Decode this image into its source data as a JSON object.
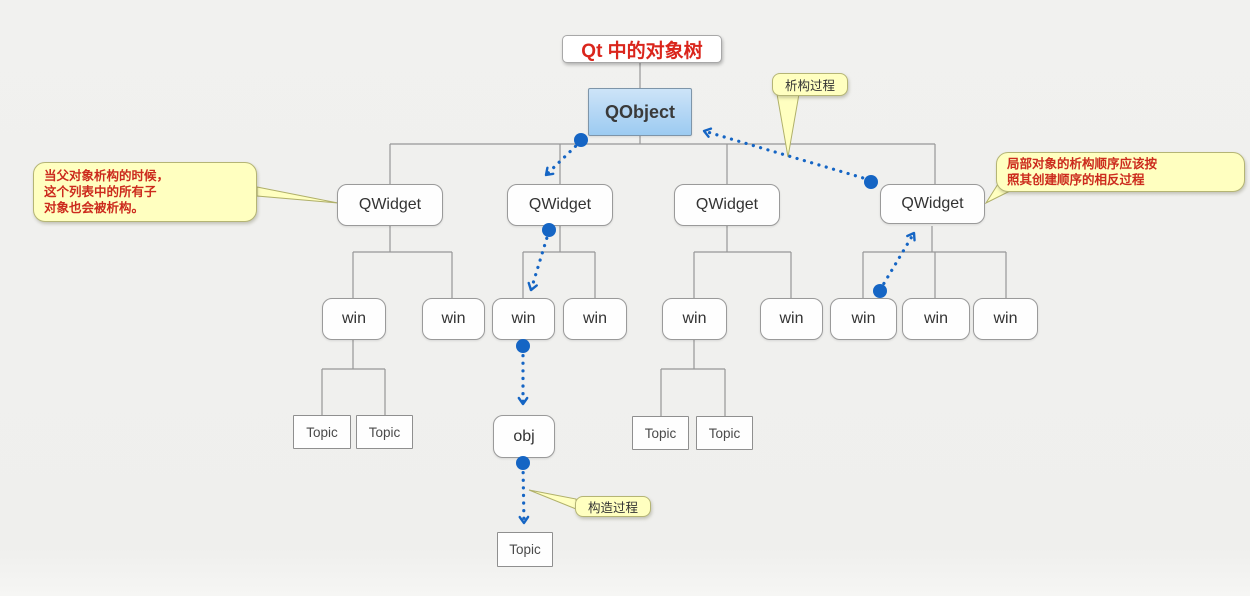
{
  "title": {
    "label": "Qt 中的对象树"
  },
  "tree": {
    "root": {
      "label": "QObject"
    },
    "widgets": [
      {
        "label": "QWidget"
      },
      {
        "label": "QWidget"
      },
      {
        "label": "QWidget"
      },
      {
        "label": "QWidget"
      }
    ],
    "wins": [
      {
        "label": "win"
      },
      {
        "label": "win"
      },
      {
        "label": "win"
      },
      {
        "label": "win"
      },
      {
        "label": "win"
      },
      {
        "label": "win"
      },
      {
        "label": "win"
      },
      {
        "label": "win"
      },
      {
        "label": "win"
      }
    ],
    "obj": {
      "label": "obj"
    },
    "topics": [
      {
        "label": "Topic"
      },
      {
        "label": "Topic"
      },
      {
        "label": "Topic"
      },
      {
        "label": "Topic"
      },
      {
        "label": "Topic"
      }
    ]
  },
  "notes": {
    "left": {
      "text": "当父对象析构的时候，\n这个列表中的所有子\n对象也会被析构。"
    },
    "right": {
      "text": "局部对象的析构顺序应该按\n照其创建顺序的相反过程"
    },
    "destructor": {
      "label": "析构过程"
    },
    "constructor": {
      "label": "构造过程"
    }
  },
  "colors": {
    "arrow_blue": "#1565c4",
    "line_gray": "#979797",
    "note_yellow": "#ffffc0",
    "note_border": "#b0b06a",
    "title_red": "#da251c",
    "note_text_red": "#cc2b1d",
    "qobject_fill_top": "#cde4f8",
    "qobject_fill_bottom": "#9ccbf1"
  }
}
